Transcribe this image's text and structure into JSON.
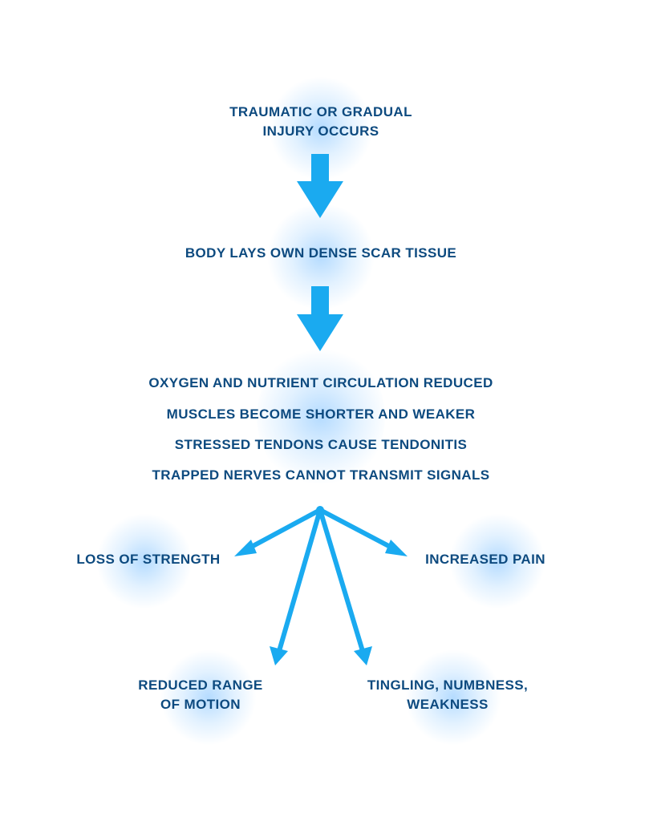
{
  "colors": {
    "text": "#0d4a7f",
    "arrow": "#1aaaf0",
    "glow": "#78beff"
  },
  "steps": {
    "step1": {
      "line1": "TRAUMATIC OR GRADUAL",
      "line2": "INJURY OCCURS"
    },
    "step2": {
      "line1": "BODY LAYS OWN DENSE SCAR TISSUE"
    },
    "effects": [
      "OXYGEN AND NUTRIENT CIRCULATION REDUCED",
      "MUSCLES BECOME SHORTER AND WEAKER",
      "STRESSED TENDONS CAUSE TENDONITIS",
      "TRAPPED NERVES CANNOT TRANSMIT SIGNALS"
    ]
  },
  "outcomes": {
    "loss_of_strength": {
      "line1": "LOSS OF STRENGTH"
    },
    "increased_pain": {
      "line1": "INCREASED PAIN"
    },
    "reduced_range": {
      "line1": "REDUCED RANGE",
      "line2": "OF MOTION"
    },
    "tingling": {
      "line1": "TINGLING, NUMBNESS,",
      "line2": "WEAKNESS"
    }
  }
}
